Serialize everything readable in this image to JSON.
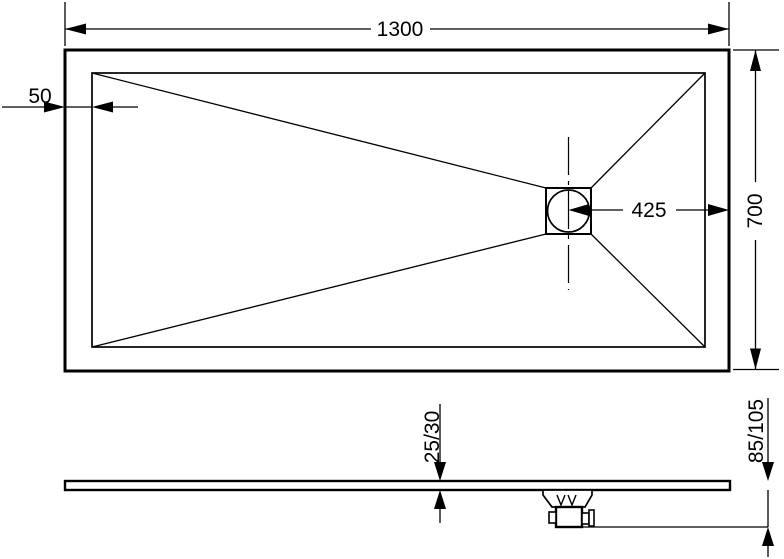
{
  "drawing": {
    "type": "shower-tray-technical-drawing",
    "colors": {
      "line": "#000000",
      "background": "#ffffff"
    },
    "top_view": {
      "dim_width": "1300",
      "dim_depth": "700",
      "dim_border": "50",
      "dim_drain_from_edge": "425"
    },
    "section_view": {
      "dim_tray_thickness": "25/30",
      "dim_height_with_trap": "85/105"
    }
  }
}
